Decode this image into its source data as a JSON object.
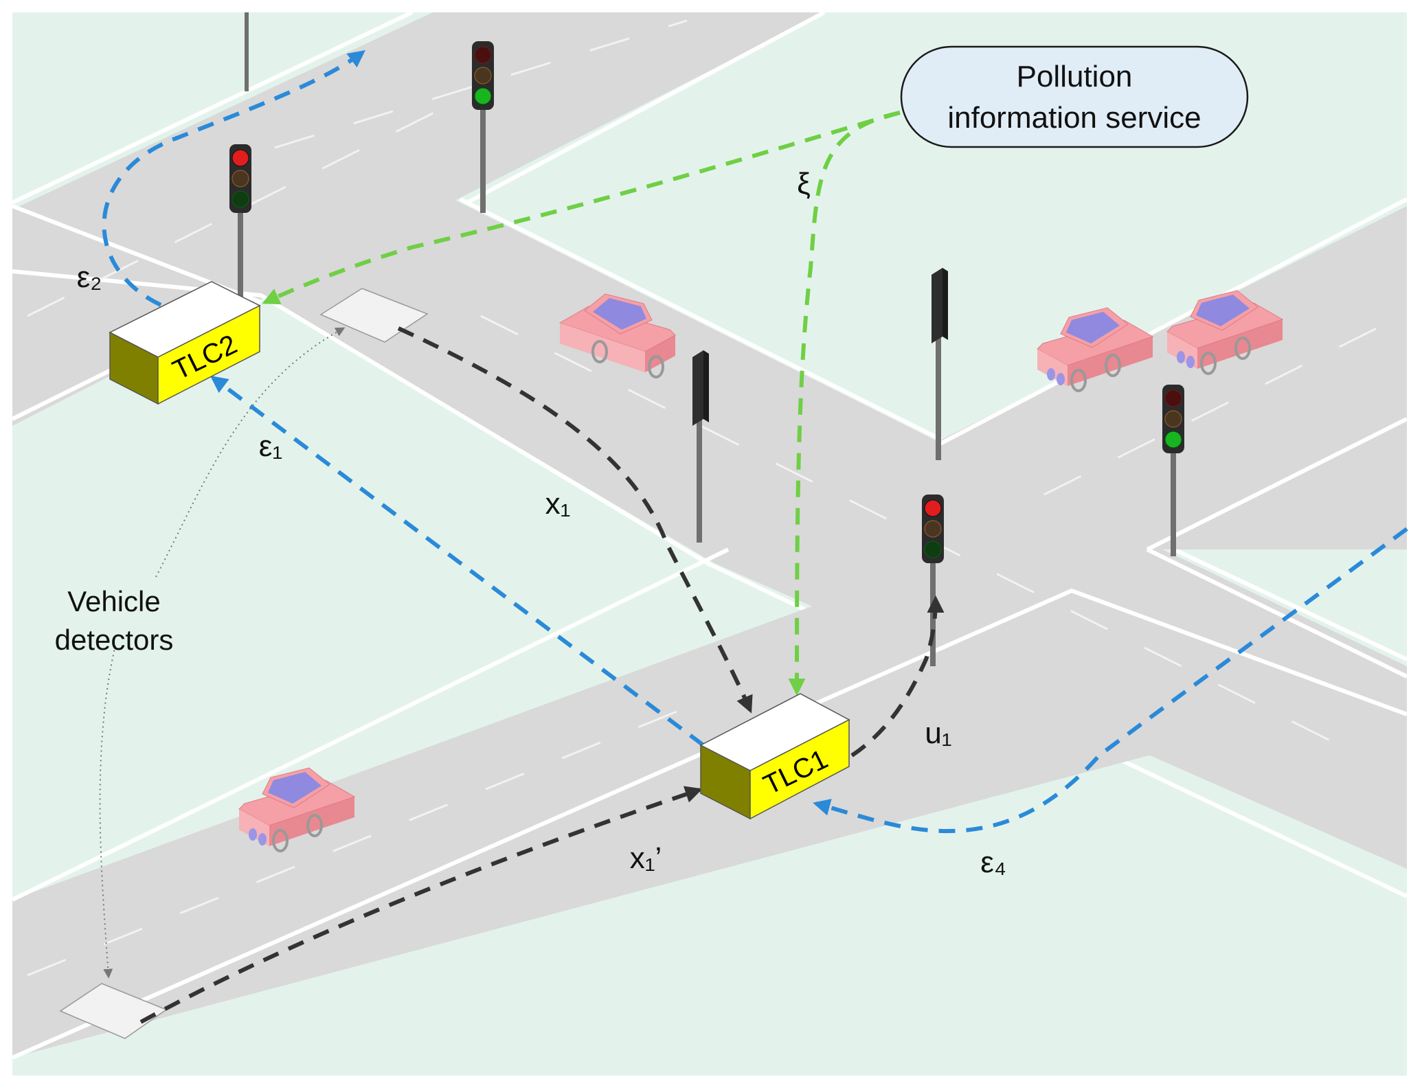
{
  "colors": {
    "background": "#e3f3ec",
    "road": "#d9d9d9",
    "road_edge": "#ffffff",
    "controller_top": "#ffffff",
    "controller_front": "#ffff00",
    "controller_side": "#808000",
    "service_bubble": "#e1edf6",
    "car_body": "#f4a0a6",
    "car_window": "#8f89e0",
    "arrow_blue": "#2b8ad8",
    "arrow_green": "#6fcf45",
    "arrow_dark": "#333333"
  },
  "service": {
    "line1": "Pollution",
    "line2": "information service"
  },
  "controllers": {
    "tlc1": "TLC1",
    "tlc2": "TLC2"
  },
  "detectors_label": {
    "line1": "Vehicle",
    "line2": "detectors"
  },
  "signals": {
    "x1": "x₁",
    "x1_prime": "x₁’",
    "u1": "u₁",
    "xi": "ξ",
    "eps1": "ε₁",
    "eps2": "ε₂",
    "eps4": "ε₄"
  },
  "icons": {
    "traffic_light": "traffic-light-icon",
    "car": "car-icon",
    "detector": "detector-pad-icon"
  }
}
